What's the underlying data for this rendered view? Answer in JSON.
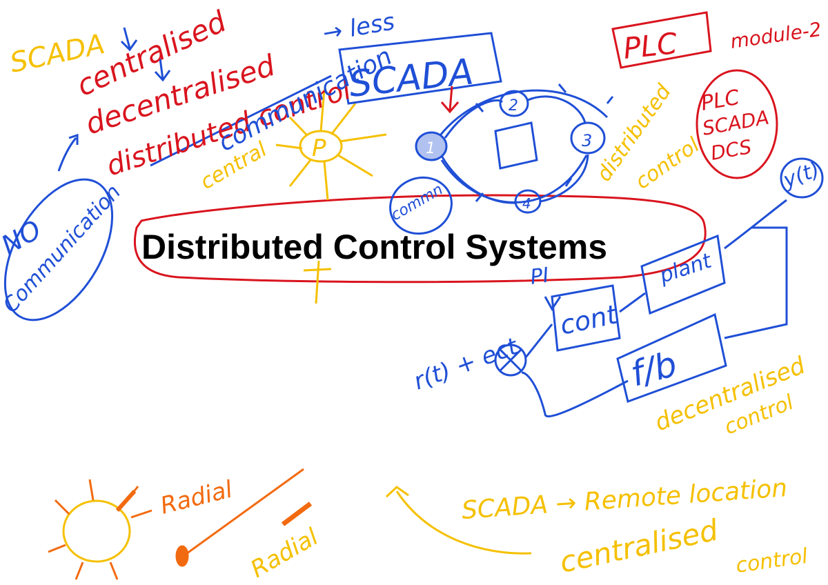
{
  "colors": {
    "blue": "#1f4fd6",
    "red": "#d9141e",
    "yellow": "#f5c000",
    "orange": "#f26a0f",
    "black": "#000000"
  },
  "slide": {
    "title": "Distributed Control Systems"
  },
  "notes": {
    "scada_yellow": "SCADA",
    "centralised": "centralised",
    "decentralised": "decentralised",
    "distributed_control": "distributed control",
    "communication": "communication",
    "less": "→ less",
    "scada_box": "SCADA",
    "plc_box": "PLC",
    "module": "module-2",
    "plc_circle_1": "PLC",
    "plc_circle_2": "SCADA",
    "plc_circle_3": "DCS",
    "no_communication_1": "NO",
    "no_communication_2": "Communication",
    "central": "central",
    "p_label": "P",
    "distributed_control_right_1": "distributed",
    "distributed_control_right_2": "control",
    "node_1": "1",
    "node_2": "2",
    "node_3": "3",
    "node_4": "4",
    "comm": "commn",
    "pi": "PI",
    "cont": "cont",
    "plant": "plant",
    "fb": "f/b",
    "rx": "r(t) + ect",
    "y_t": "y(t)",
    "decentralised_control_1": "decentralised",
    "decentralised_control_2": "control",
    "radial_1": "Radial",
    "radial_2": "Radial",
    "scada_remote": "SCADA → Remote location",
    "centralised_control_1": "centralised",
    "centralised_control_2": "control"
  }
}
